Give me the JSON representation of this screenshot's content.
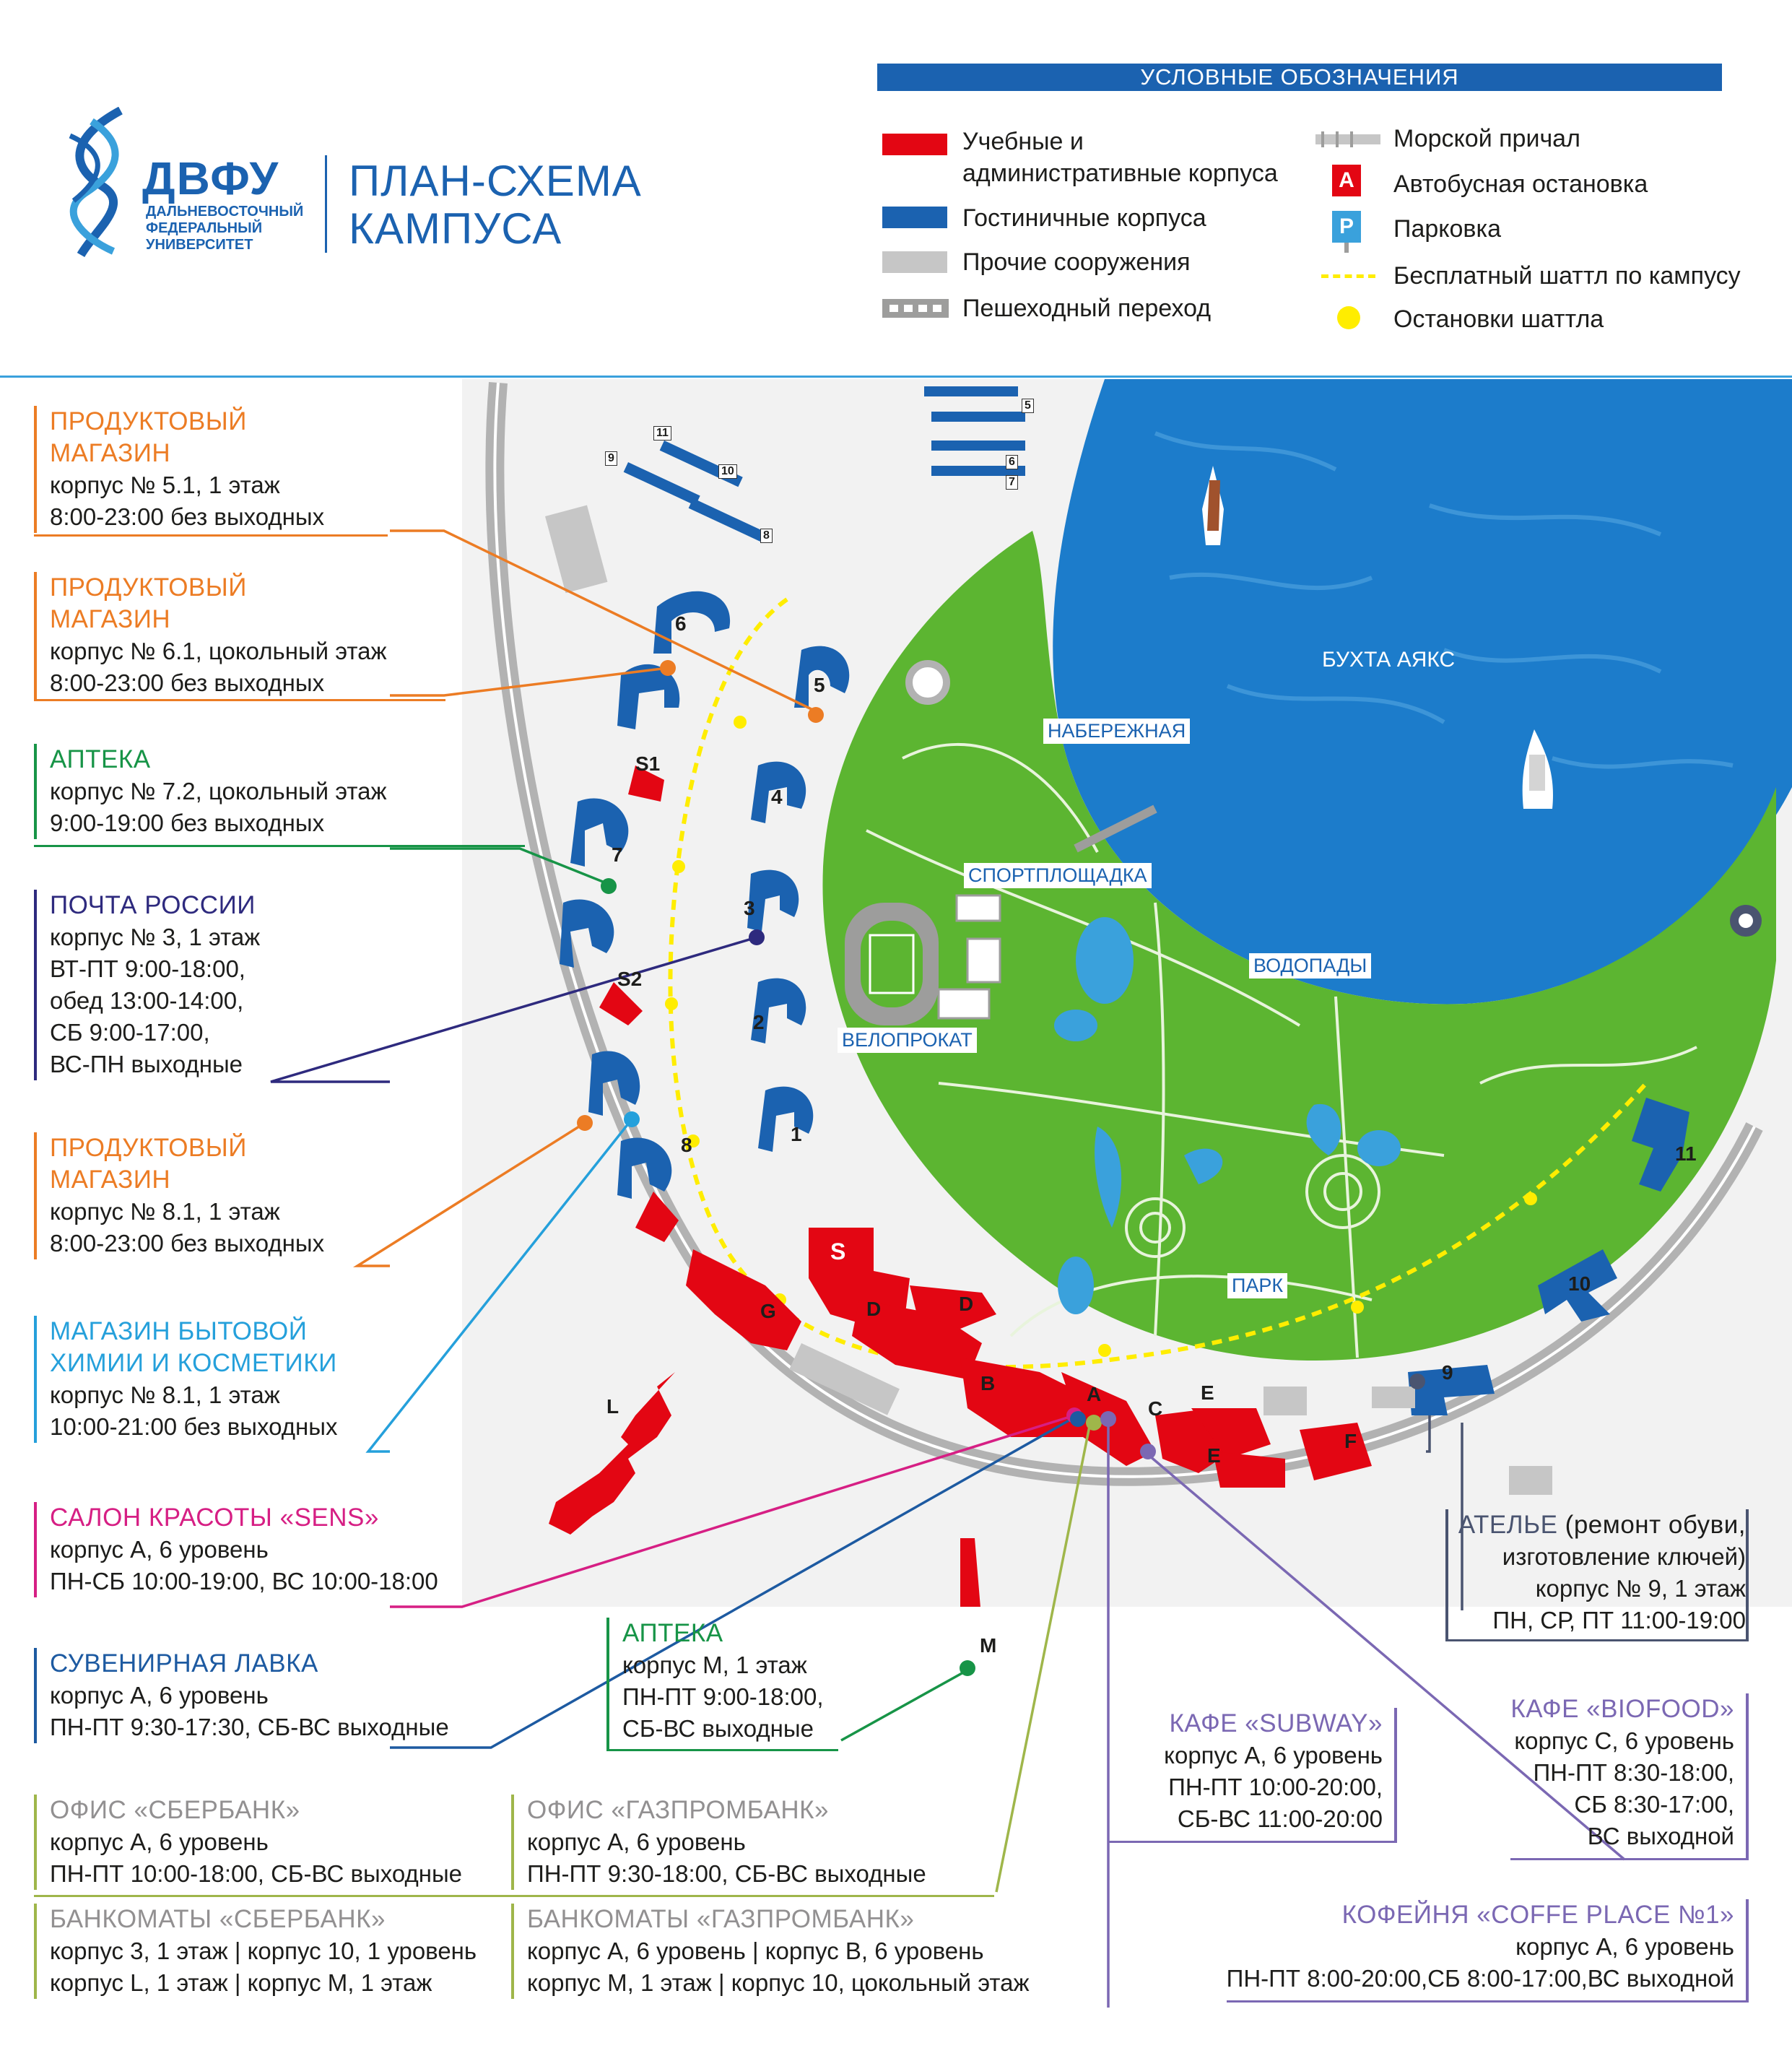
{
  "header": {
    "logo_abbr": "ДВФУ",
    "logo_lines": [
      "ДАЛЬНЕВОСТОЧНЫЙ",
      "ФЕДЕРАЛЬНЫЙ",
      "УНИВЕРСИТЕТ"
    ],
    "title_lines": [
      "ПЛАН-СХЕМА",
      "КАМПУСА"
    ]
  },
  "legend": {
    "title": "УСЛОВНЫЕ ОБОЗНАЧЕНИЯ",
    "items": [
      {
        "label": "Учебные и\nадминистративные корпуса",
        "color": "#e30613",
        "icon": "red-bar"
      },
      {
        "label": "Гостиничные корпуса",
        "color": "#1b62b0",
        "icon": "blue-bar"
      },
      {
        "label": "Прочие сооружения",
        "color": "#c6c6c6",
        "icon": "gray-bar"
      },
      {
        "label": "Пешеходный переход",
        "color": "#9d9d9c",
        "icon": "crosswalk-icon"
      },
      {
        "label": "Морской причал",
        "color": "#c6c6c6",
        "icon": "pier-icon"
      },
      {
        "label": "Автобусная остановка",
        "color": "#e30613",
        "icon": "bus-stop-icon",
        "glyph": "А"
      },
      {
        "label": "Парковка",
        "color": "#3aa1dc",
        "icon": "parking-icon",
        "glyph": "Р"
      },
      {
        "label": "Бесплатный шаттл по кампусу",
        "color": "#ffed00",
        "icon": "shuttle-route-icon"
      },
      {
        "label": "Остановки шаттла",
        "color": "#ffed00",
        "icon": "shuttle-stop-icon"
      }
    ]
  },
  "colors": {
    "brand_blue": "#1b62b0",
    "building_red": "#e30613",
    "park_green": "#5cb531",
    "water_blue": "#1c7ccb",
    "orange": "#ec7c24",
    "green": "#179447",
    "purple": "#2e2a7e",
    "cyan": "#25a0db",
    "magenta": "#d61f84",
    "dark_blue": "#1d5aa1",
    "olive": "#9fb64a",
    "violet": "#7b68b3",
    "slate": "#4a5470",
    "gray": "#929091"
  },
  "info_left": [
    {
      "title": [
        "ПРОДУКТОВЫЙ",
        "МАГАЗИН"
      ],
      "lines": [
        "корпус № 5.1, 1 этаж",
        "8:00-23:00 без выходных"
      ],
      "color": "orange"
    },
    {
      "title": [
        "ПРОДУКТОВЫЙ",
        "МАГАЗИН"
      ],
      "lines": [
        "корпус № 6.1, цокольный этаж",
        "8:00-23:00 без выходных"
      ],
      "color": "orange"
    },
    {
      "title": [
        "АПТЕКА"
      ],
      "lines": [
        "корпус № 7.2, цокольный этаж",
        "9:00-19:00 без выходных"
      ],
      "color": "green"
    },
    {
      "title": [
        "ПОЧТА РОССИИ"
      ],
      "lines": [
        "корпус № 3, 1 этаж",
        "ВТ-ПТ 9:00-18:00,",
        "обед 13:00-14:00,",
        "СБ 9:00-17:00,",
        "ВС-ПН выходные"
      ],
      "color": "purple"
    },
    {
      "title": [
        "ПРОДУКТОВЫЙ",
        "МАГАЗИН"
      ],
      "lines": [
        "корпус № 8.1, 1 этаж",
        "8:00-23:00 без выходных"
      ],
      "color": "orange"
    },
    {
      "title": [
        "МАГАЗИН БЫТОВОЙ",
        "ХИМИИ И КОСМЕТИКИ"
      ],
      "lines": [
        "корпус № 8.1, 1 этаж",
        "10:00-21:00 без выходных"
      ],
      "color": "cyan"
    },
    {
      "title": [
        "САЛОН КРАСОТЫ «SENS»"
      ],
      "lines": [
        "корпус А, 6 уровень",
        "ПН-СБ 10:00-19:00, ВС 10:00-18:00"
      ],
      "color": "magenta"
    },
    {
      "title": [
        "СУВЕНИРНАЯ ЛАВКА"
      ],
      "lines": [
        "корпус А, 6 уровень",
        "ПН-ПТ 9:30-17:30, СБ-ВС выходные"
      ],
      "color": "dark_blue"
    }
  ],
  "info_pharmacy_m": {
    "title": [
      "АПТЕКА"
    ],
    "lines": [
      "корпус М, 1 этаж",
      "ПН-ПТ 9:00-18:00,",
      "СБ-ВС выходные"
    ]
  },
  "info_bottom": {
    "sber": {
      "title": "ОФИС «СБЕРБАНК»",
      "lines": [
        "корпус А, 6 уровень",
        "ПН-ПТ 10:00-18:00, СБ-ВС выходные"
      ]
    },
    "gazprom": {
      "title": "ОФИС «ГАЗПРОМБАНК»",
      "lines": [
        "корпус А, 6 уровень",
        "ПН-ПТ 9:30-18:00, СБ-ВС выходные"
      ]
    },
    "sber_atm": {
      "title": "БАНКОМАТЫ «СБЕРБАНК»",
      "lines": [
        "корпус 3, 1 этаж | корпус 10, 1 уровень",
        "корпус L, 1 этаж | корпус М, 1 этаж"
      ]
    },
    "gazprom_atm": {
      "title": "БАНКОМАТЫ «ГАЗПРОМБАНК»",
      "lines": [
        "корпус А, 6 уровень | корпус В, 6 уровень",
        "корпус М, 1 этаж | корпус 10, цокольный этаж"
      ]
    }
  },
  "info_right": {
    "atelier": {
      "title": "АТЕЛЬЕ",
      "title_rest": " (ремонт обуви,",
      "lines": [
        "изготовление ключей)",
        "корпус № 9, 1 этаж",
        "ПН, СР, ПТ 11:00-19:00"
      ]
    },
    "subway": {
      "title": "КАФЕ «SUBWAY»",
      "lines": [
        "корпус А, 6 уровень",
        "ПН-ПТ 10:00-20:00,",
        "СБ-ВС 11:00-20:00"
      ]
    },
    "biofood": {
      "title": "КАФЕ «BIOFOOD»",
      "lines": [
        "корпус С, 6 уровень",
        "ПН-ПТ  8:30-18:00,",
        "СБ  8:30-17:00,",
        "ВС выходной"
      ]
    },
    "coffee": {
      "title": "КОФЕЙНЯ «COFFE PLACE №1»",
      "lines": [
        "корпус А, 6 уровень",
        "ПН-ПТ  8:00-20:00,СБ 8:00-17:00,ВС выходной"
      ]
    }
  },
  "map": {
    "bay_label": "БУХТА АЯКС",
    "place_labels": [
      "НАБЕРЕЖНАЯ",
      "СПОРТПЛОЩАДКА",
      "ВОДОПАДЫ",
      "ВЕЛОПРОКАТ",
      "ПАРК"
    ],
    "hotel_buildings": [
      "1",
      "2",
      "3",
      "4",
      "5",
      "6",
      "7",
      "8",
      "9",
      "10",
      "11",
      "S1",
      "S2"
    ],
    "academic_buildings": [
      "S",
      "G",
      "D",
      "D",
      "B",
      "A",
      "C",
      "E",
      "E",
      "F",
      "L",
      "M"
    ],
    "north_numbers": [
      "11",
      "9",
      "10",
      "8",
      "5",
      "6",
      "7"
    ]
  }
}
